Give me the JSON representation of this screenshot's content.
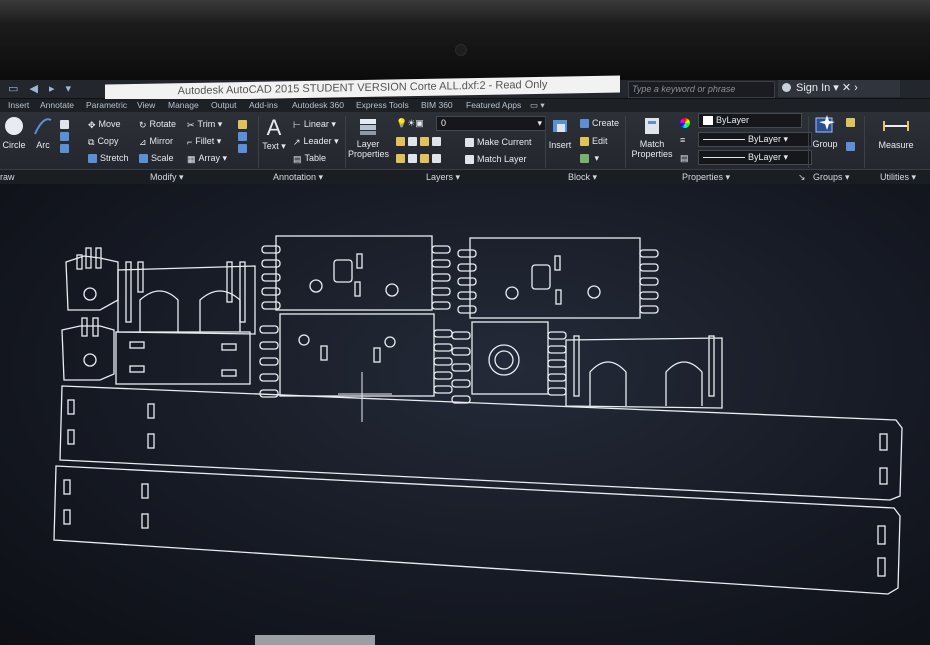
{
  "window": {
    "title": "Autodesk AutoCAD 2015   STUDENT VERSION    Corte ALL.dxf:2  - Read Only",
    "search_placeholder": "Type a keyword or phrase",
    "sign_in": "Sign In"
  },
  "tabs": [
    "Insert",
    "Annotate",
    "Parametric",
    "View",
    "Manage",
    "Output",
    "Add-ins",
    "Autodesk 360",
    "Express Tools",
    "BIM 360",
    "Featured Apps"
  ],
  "draw": {
    "circle": "Circle",
    "arc": "Arc",
    "panel": "raw"
  },
  "modify": {
    "move": "Move",
    "rotate": "Rotate",
    "trim": "Trim",
    "copy": "Copy",
    "mirror": "Mirror",
    "fillet": "Fillet",
    "stretch": "Stretch",
    "scale": "Scale",
    "array": "Array",
    "panel": "Modify"
  },
  "annotation": {
    "text": "Text",
    "linear": "Linear",
    "leader": "Leader",
    "table": "Table",
    "panel": "Annotation"
  },
  "layers": {
    "layer_properties": "Layer\nProperties",
    "current_layer": "0",
    "make_current": "Make Current",
    "match_layer": "Match Layer",
    "panel": "Layers"
  },
  "block": {
    "insert": "Insert",
    "create": "Create",
    "edit": "Edit",
    "panel": "Block"
  },
  "properties": {
    "match": "Match\nProperties",
    "color": "ByLayer",
    "linetype": "ByLayer",
    "lineweight": "ByLayer",
    "panel": "Properties"
  },
  "groups": {
    "group": "Group",
    "panel": "Groups"
  },
  "utilities": {
    "measure": "Measure",
    "panel": "Utilities"
  },
  "colors": {
    "ribbon": "#262a30",
    "canvas": "#1a1f2b",
    "lines": "#e9edf2",
    "accent": "#5b8fd6"
  }
}
